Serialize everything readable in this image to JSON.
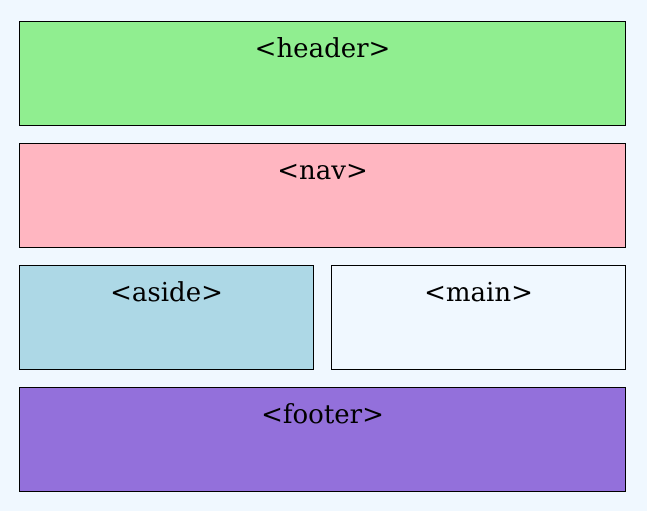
{
  "diagram": {
    "header": {
      "label": "<header>",
      "color": "#90ee90"
    },
    "nav": {
      "label": "<nav>",
      "color": "#ffb6c1"
    },
    "aside": {
      "label": "<aside>",
      "color": "#add8e6"
    },
    "main": {
      "label": "<main>",
      "color": "#f0f8ff"
    },
    "footer": {
      "label": "<footer>",
      "color": "#9370db"
    }
  },
  "page_background": "#f0f8ff"
}
